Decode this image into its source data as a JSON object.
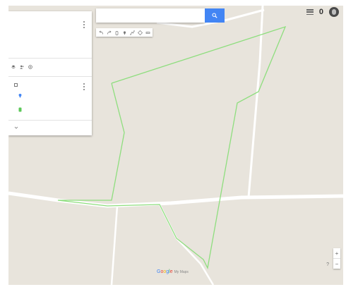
{
  "colors": {
    "map_background": "#e8e4dc",
    "road": "#ffffff",
    "route": "#8ede7e",
    "search_button": "#4285f4"
  },
  "icons": {
    "search": "search-icon",
    "menu": "hamburger-menu-icon",
    "avatar": "avatar",
    "layer_marker": "marker-icon",
    "layer_line": "line-icon"
  },
  "panel": {
    "title": "",
    "subtitle": "",
    "description": "",
    "actions": [
      {
        "label": ""
      },
      {
        "label": ""
      },
      {
        "label": ""
      }
    ],
    "layer": {
      "name": "",
      "items": [
        {
          "label": ""
        },
        {
          "label": ""
        }
      ]
    },
    "base_map_label": ""
  },
  "search": {
    "value": "",
    "placeholder": ""
  },
  "header": {
    "count": "0"
  },
  "map": {
    "place_labels": [
      {
        "text": ""
      },
      {
        "text": ""
      }
    ],
    "road_labels": [
      {
        "text": ""
      },
      {
        "text": ""
      }
    ]
  },
  "zoom": {
    "in_label": "+",
    "out_label": "−"
  },
  "help_label": "?",
  "logo": {
    "google": "Google",
    "product": "My Maps"
  },
  "attribution": ""
}
